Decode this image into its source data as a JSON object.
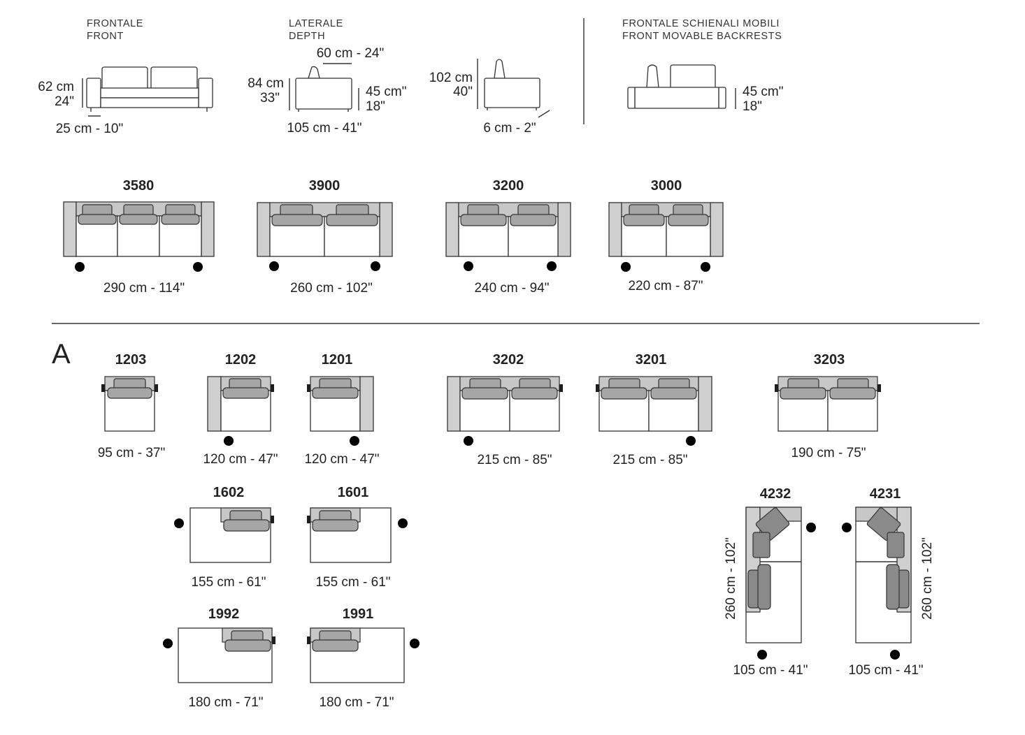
{
  "views": {
    "front": {
      "label_it": "FRONTALE",
      "label_en": "FRONT",
      "height": "62 cm",
      "height_in": "24\"",
      "foot": "25 cm - 10\""
    },
    "depth": {
      "label_it": "LATERALE",
      "label_en": "DEPTH",
      "seat_depth": "60 cm - 24\"",
      "height": "84 cm",
      "height_in": "33\"",
      "seat_height": "45 cm\"",
      "seat_height_in": "18\"",
      "depth": "105 cm - 41\""
    },
    "reclined": {
      "height": "102 cm",
      "height_in": "40\"",
      "gap": "6 cm - 2\""
    },
    "movable": {
      "label_it": "FRONTALE SCHIENALI MOBILI",
      "label_en": "FRONT MOVABLE BACKRESTS",
      "seat_height": "45 cm\"",
      "seat_height_in": "18\""
    }
  },
  "section_letter": "A",
  "modules": [
    {
      "code": "3580",
      "width": "290 cm - 114\""
    },
    {
      "code": "3900",
      "width": "260 cm - 102\""
    },
    {
      "code": "3200",
      "width": "240 cm - 94\""
    },
    {
      "code": "3000",
      "width": "220 cm - 87\""
    },
    {
      "code": "1203",
      "width": "95 cm - 37\""
    },
    {
      "code": "1202",
      "width": "120 cm - 47\""
    },
    {
      "code": "1201",
      "width": "120 cm - 47\""
    },
    {
      "code": "3202",
      "width": "215 cm - 85\""
    },
    {
      "code": "3201",
      "width": "215 cm - 85\""
    },
    {
      "code": "3203",
      "width": "190 cm - 75\""
    },
    {
      "code": "1602",
      "width": "155 cm - 61\""
    },
    {
      "code": "1601",
      "width": "155 cm - 61\""
    },
    {
      "code": "1992",
      "width": "180 cm - 71\""
    },
    {
      "code": "1991",
      "width": "180 cm - 71\""
    },
    {
      "code": "4232",
      "width": "105 cm - 41\"",
      "length": "260 cm - 102\""
    },
    {
      "code": "4231",
      "width": "105 cm - 41\"",
      "length": "260 cm - 102\""
    }
  ]
}
